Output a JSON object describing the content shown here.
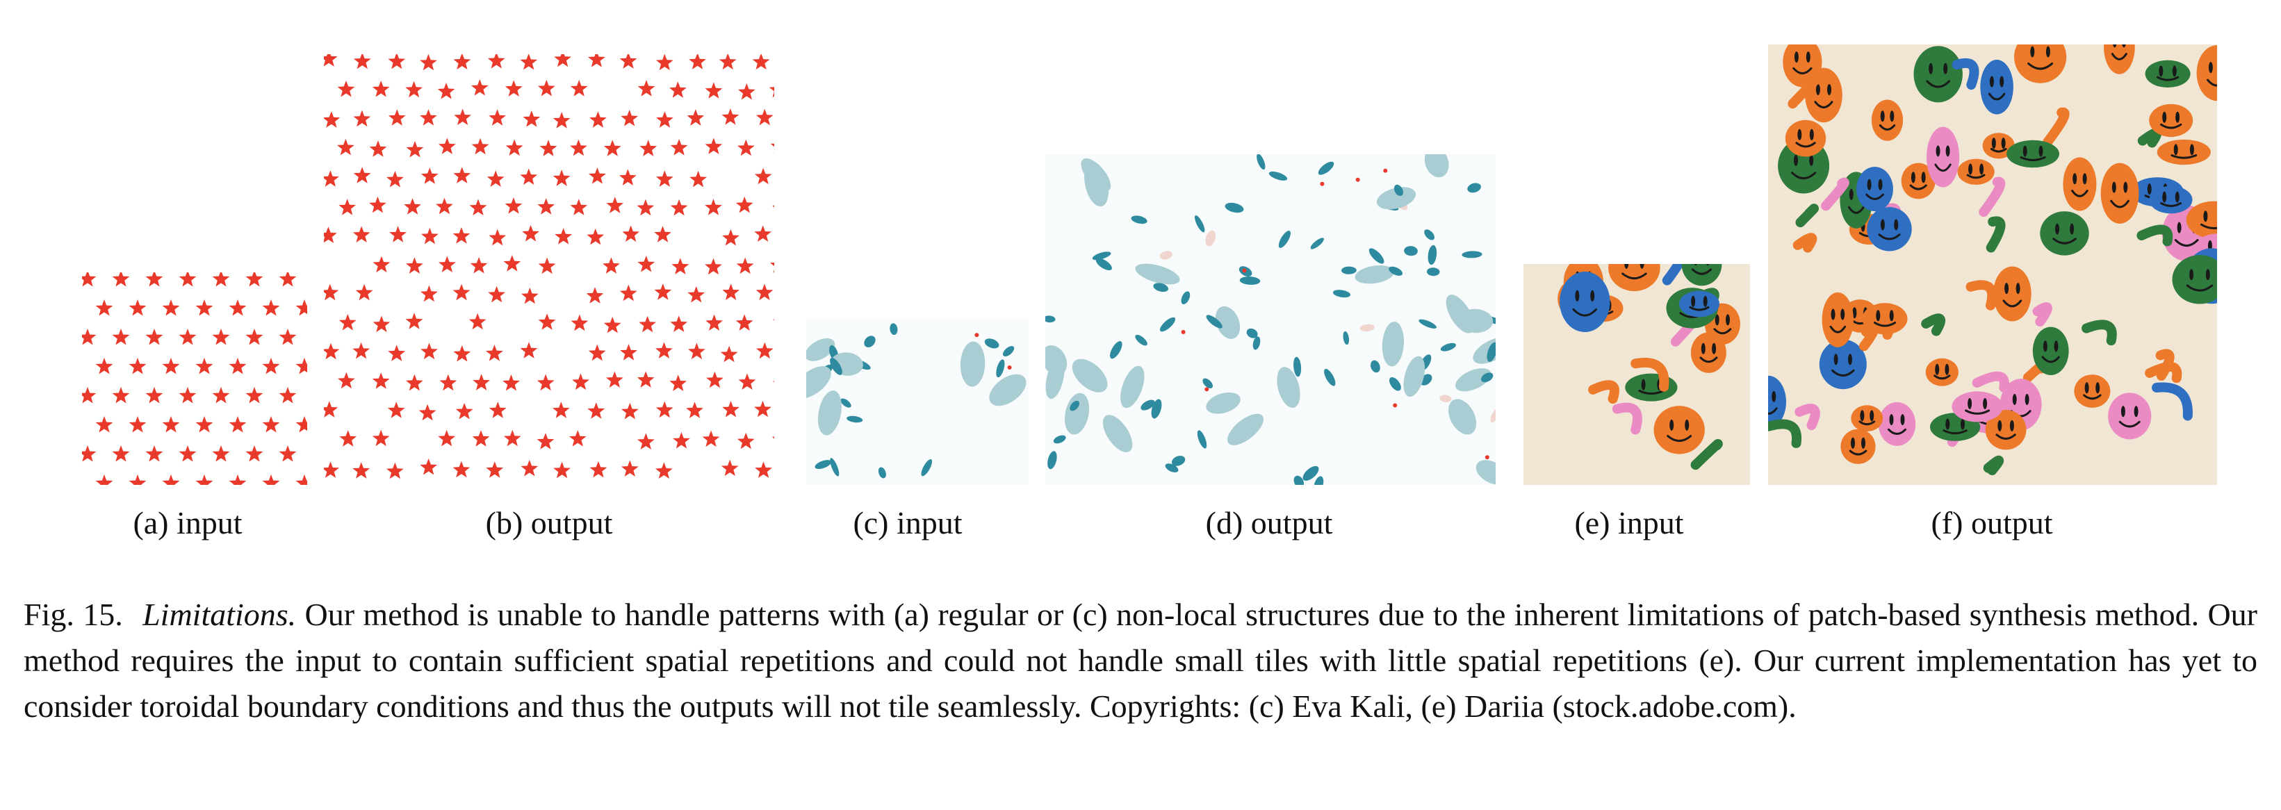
{
  "figure": {
    "panels": [
      {
        "id": "a",
        "label": "(a) input",
        "pattern": "stars",
        "role": "input"
      },
      {
        "id": "b",
        "label": "(b) output",
        "pattern": "stars",
        "role": "output"
      },
      {
        "id": "c",
        "label": "(c) input",
        "pattern": "floral",
        "role": "input"
      },
      {
        "id": "d",
        "label": "(d) output",
        "pattern": "floral",
        "role": "output"
      },
      {
        "id": "e",
        "label": "(e) input",
        "pattern": "smileys",
        "role": "input"
      },
      {
        "id": "f",
        "label": "(f) output",
        "pattern": "smileys",
        "role": "output"
      }
    ],
    "colors": {
      "star_red": "#e8392b",
      "floral_teal": "#2e8a9e",
      "floral_pale": "#a9cdd2",
      "floral_pink": "#f1d6d0",
      "smiley_bg": "#f1e6d3",
      "smiley_orange": "#ec7a2a",
      "smiley_green": "#2f7a3d",
      "smiley_blue": "#2e6fc2",
      "smiley_pink": "#ea8cc3"
    }
  },
  "caption": {
    "label": "Fig. 15.",
    "title": "Limitations.",
    "text": "Our method is unable to handle patterns with (a) regular or (c) non-local structures due to the inherent limitations of patch-based synthesis method. Our method requires the input to contain sufficient spatial repetitions and could not handle small tiles with little spatial repetitions (e). Our current implementation has yet to consider toroidal boundary conditions and thus the outputs will not tile seamlessly. Copyrights: (c) Eva Kali, (e) Dariia (stock.adobe.com)."
  }
}
